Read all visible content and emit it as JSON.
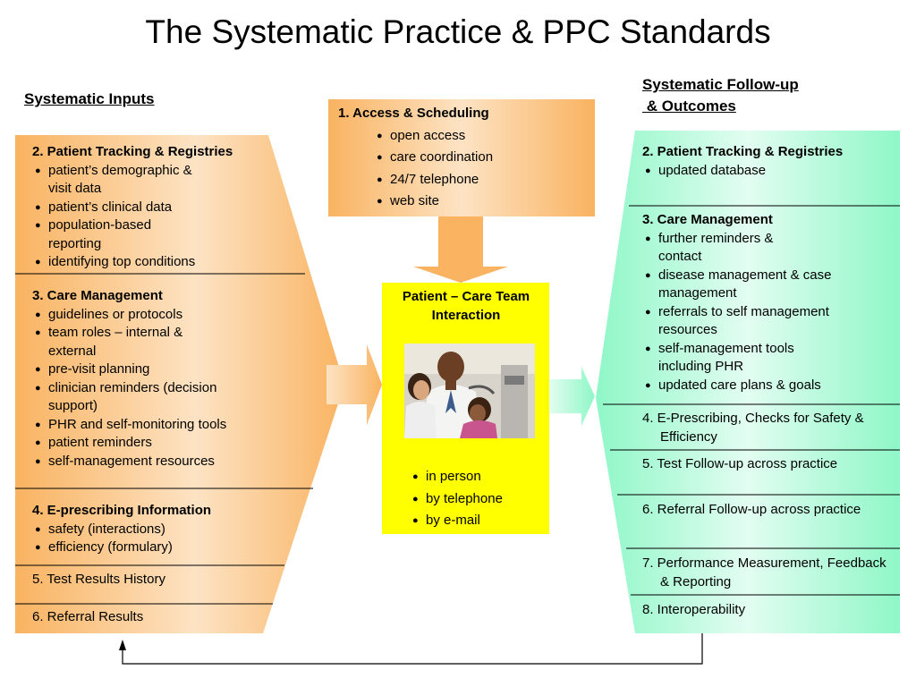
{
  "title": "The Systematic Practice & PPC Standards",
  "inputs_heading": "Systematic Inputs",
  "outcomes_heading": "Systematic Follow-up\n & Outcomes",
  "access": {
    "title": "1. Access & Scheduling",
    "items": [
      "open access",
      "care coordination",
      "24/7 telephone",
      "web site"
    ]
  },
  "center": {
    "title": "Patient – Care Team Interaction",
    "items": [
      "in person",
      "by telephone",
      "by e-mail"
    ]
  },
  "inputs": [
    {
      "title": "2. Patient Tracking & Registries",
      "items": [
        "patient’s demographic & visit data",
        "patient’s clinical data",
        "population-based reporting",
        "identifying top conditions"
      ]
    },
    {
      "title": "3. Care Management",
      "items": [
        "guidelines or protocols",
        "team roles – internal & external",
        "pre-visit planning",
        "clinician reminders (decision support)",
        "PHR and self-monitoring tools",
        "patient reminders",
        "self-management resources"
      ]
    },
    {
      "title": "4. E-prescribing Information",
      "items": [
        "safety (interactions)",
        "efficiency (formulary)"
      ]
    },
    {
      "title": "5. Test Results History"
    },
    {
      "title": "6. Referral Results"
    }
  ],
  "outcomes": [
    {
      "title": "2. Patient Tracking & Registries",
      "items": [
        "updated database"
      ]
    },
    {
      "title": "3. Care Management",
      "items": [
        "further reminders & contact",
        "disease management & case management",
        "referrals to self management resources",
        "self-management tools including PHR",
        "updated care plans & goals"
      ]
    },
    {
      "title": "4. E-Prescribing, Checks for Safety & Efficiency"
    },
    {
      "title": "5. Test Follow-up across practice"
    },
    {
      "title": "6. Referral Follow-up across practice"
    },
    {
      "title": "7. Performance Measurement, Feedback & Reporting"
    },
    {
      "title": "8. Interoperability"
    }
  ],
  "colors": {
    "orange_edge": "#f9b361",
    "orange_light": "#fde3c4",
    "green_edge": "#8ff7c7",
    "green_light": "#e2fdf1",
    "center_fill": "#ffff00"
  },
  "icons": {
    "bullet": "bullet-icon",
    "arrow": "block-arrow",
    "loop": "feedback-loop-arrow"
  }
}
